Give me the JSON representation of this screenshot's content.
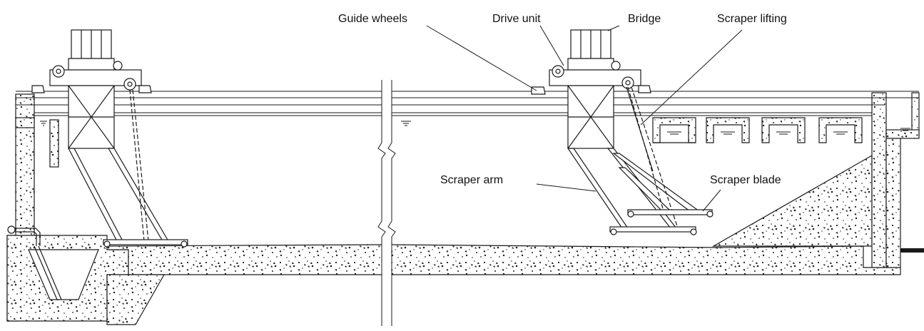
{
  "labels": {
    "guide_wheels": "Guide wheels",
    "drive_unit": "Drive unit",
    "bridge": "Bridge",
    "scraper_lifting": "Scraper lifting",
    "scraper_arm": "Scraper arm",
    "scraper_blade": "Scraper blade"
  },
  "colors": {
    "line": "#1a1a1a",
    "concrete": "#ffffff",
    "background": "#ffffff"
  }
}
